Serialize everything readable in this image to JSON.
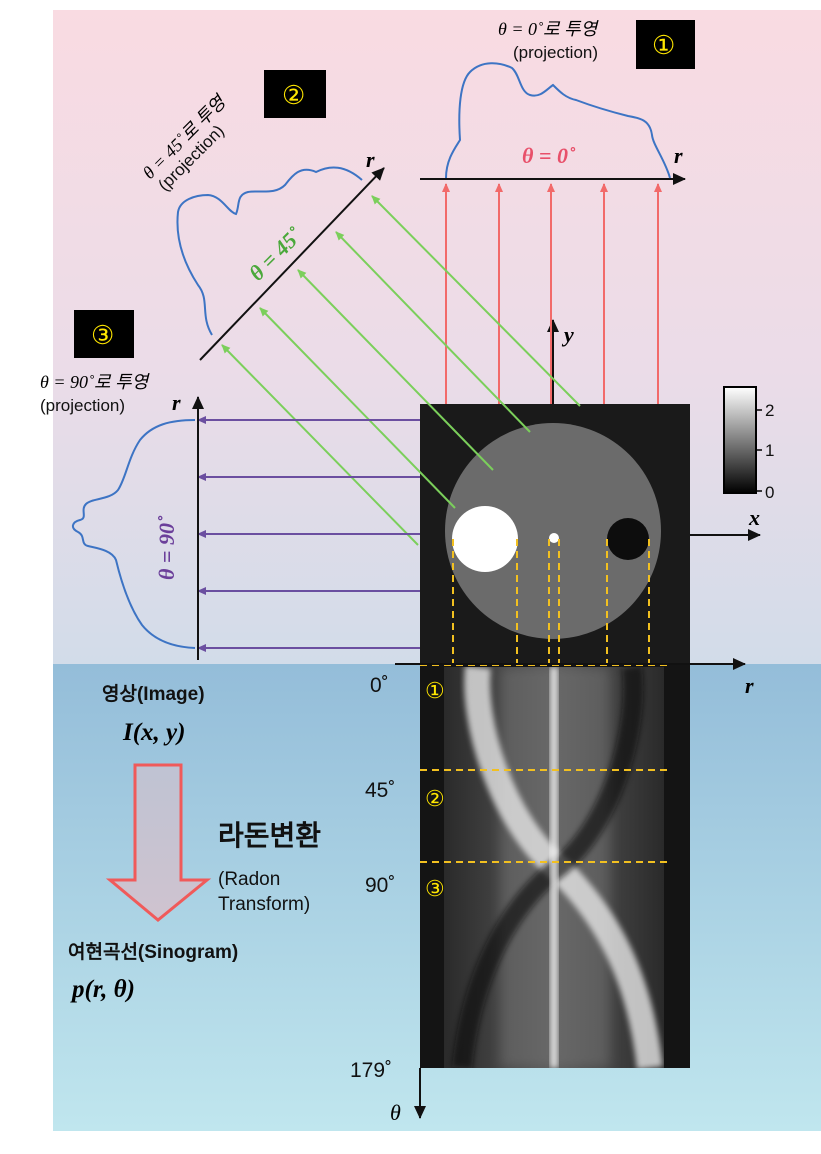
{
  "projections": {
    "p1": {
      "marker": "①",
      "caption_line1": "θ = 0˚로 투영",
      "caption_line2": "(projection)",
      "angle_label": "θ = 0˚",
      "axis_label": "r"
    },
    "p2": {
      "marker": "②",
      "caption_line1": "θ = 45˚로 투영",
      "caption_line2": "(projection)",
      "angle_label": "θ = 45˚",
      "axis_label": "r"
    },
    "p3": {
      "marker": "③",
      "caption_line1": "θ = 90˚로 투영",
      "caption_line2": "(projection)",
      "angle_label": "θ = 90˚",
      "axis_label": "r"
    }
  },
  "image_axes": {
    "x": "x",
    "y": "y"
  },
  "colorbar": {
    "ticks": [
      "2",
      "1",
      "0"
    ]
  },
  "sinogram": {
    "r_axis": "r",
    "theta_axis": "θ",
    "angle_ticks": [
      "0˚",
      "45˚",
      "90˚",
      "179˚"
    ],
    "row_markers": [
      "①",
      "②",
      "③"
    ]
  },
  "legend": {
    "image_label": "영상(Image)",
    "image_formula": "I(x, y)",
    "transform_title": "라돈변환",
    "transform_line1": "(Radon",
    "transform_line2": "Transform)",
    "sinogram_label": "여현곡선(Sinogram)",
    "sinogram_formula": "p(r, θ)"
  },
  "colors": {
    "top_bg": "#f8dce3",
    "bottom_bg": "#9ec4dc",
    "red_rays": "#f26a6a",
    "green_rays": "#7bcf5b",
    "purple_rays": "#6b4fa0",
    "profile_curve": "#3d74c4",
    "marker_fill": "#000000",
    "marker_text": "#ffe600",
    "dashed_guides": "#f2c020"
  }
}
